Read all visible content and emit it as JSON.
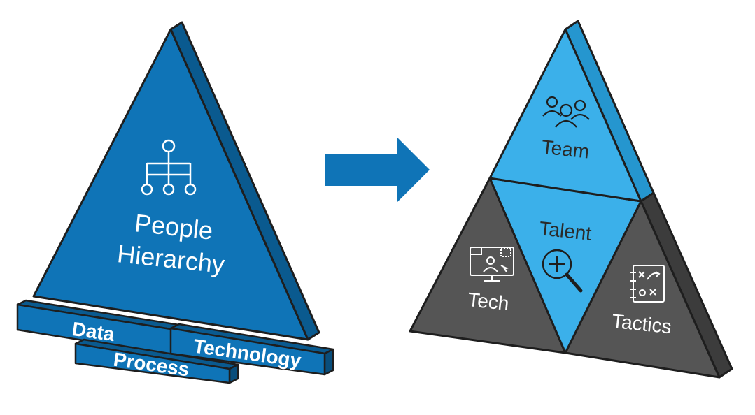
{
  "colors": {
    "primary_blue": "#0f74b7",
    "primary_blue_side": "#0a5a8f",
    "light_blue": "#3bb0ea",
    "light_blue_side": "#2596cf",
    "dark_gray": "#555555",
    "dark_gray_side": "#3c3c3c",
    "arrow": "#0f74b7",
    "stroke": "#1e1e1e"
  },
  "left_pyramid": {
    "title_line1": "People",
    "title_line2": "Hierarchy",
    "icon": "org-chart-icon",
    "bars": {
      "data": "Data",
      "technology": "Technology",
      "process": "Process"
    }
  },
  "arrow": {
    "icon": "right-arrow-icon"
  },
  "right_pyramid": {
    "team": {
      "label": "Team",
      "icon": "people-group-icon"
    },
    "talent": {
      "label": "Talent",
      "icon": "magnifier-plus-icon"
    },
    "tech": {
      "label": "Tech",
      "icon": "computer-user-icon"
    },
    "tactics": {
      "label": "Tactics",
      "icon": "playbook-icon"
    }
  }
}
